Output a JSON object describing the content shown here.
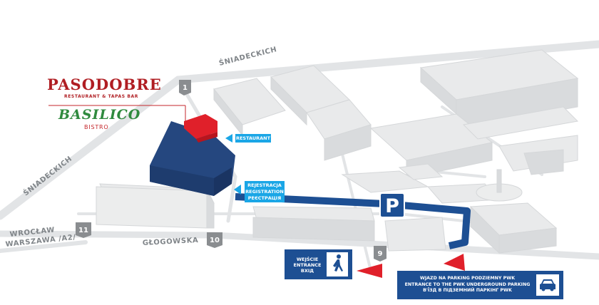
{
  "streets": {
    "sniadeckich_top": "ŚNIADECKICH",
    "sniadeckich_left": "ŚNIADECKICH",
    "wroclaw_line1": "WROCŁAW",
    "wroclaw_line2": "WARSZAWA /A2/",
    "glogowska": "GŁOGOWSKA"
  },
  "gates": {
    "g1": "1",
    "g9": "9",
    "g10": "10",
    "g11": "11"
  },
  "logos": {
    "pasodobre": "PASODOBRE",
    "pasodobre_sub": "RESTAURANT & TAPAS BAR",
    "basilico": "BASILICO",
    "basilico_sub": "BISTRO"
  },
  "labels": {
    "restaurant": "RESTAURANT",
    "registration_pl": "REJESTRACJA",
    "registration_en": "REGISTRATION",
    "registration_ua": "РЕЄСТРАЦІЯ"
  },
  "parking_sign": "P",
  "entrance": {
    "pl": "WEJŚCIE",
    "en": "ENTRANCE",
    "ua": "ВХІД",
    "icon": "walking-person-icon"
  },
  "parking_entrance": {
    "pl": "WJAZD NA PARKING PODZIEMNY PWK",
    "en": "ENTRANCE TO THE PWK UNDERGROUND PARKING",
    "ua": "В'ЇЗД В ПІДЗЕМНИЙ ПАРКІНГ PWK",
    "icon": "car-icon"
  },
  "colors": {
    "venue_blue": "#25477f",
    "accent_red": "#e0202a",
    "label_cyan": "#1aa6e6",
    "parking_path": "#1d4f93",
    "gate_marker": "#8a8d90",
    "road": "#e4e6e8",
    "building": "#e9eaeb"
  }
}
